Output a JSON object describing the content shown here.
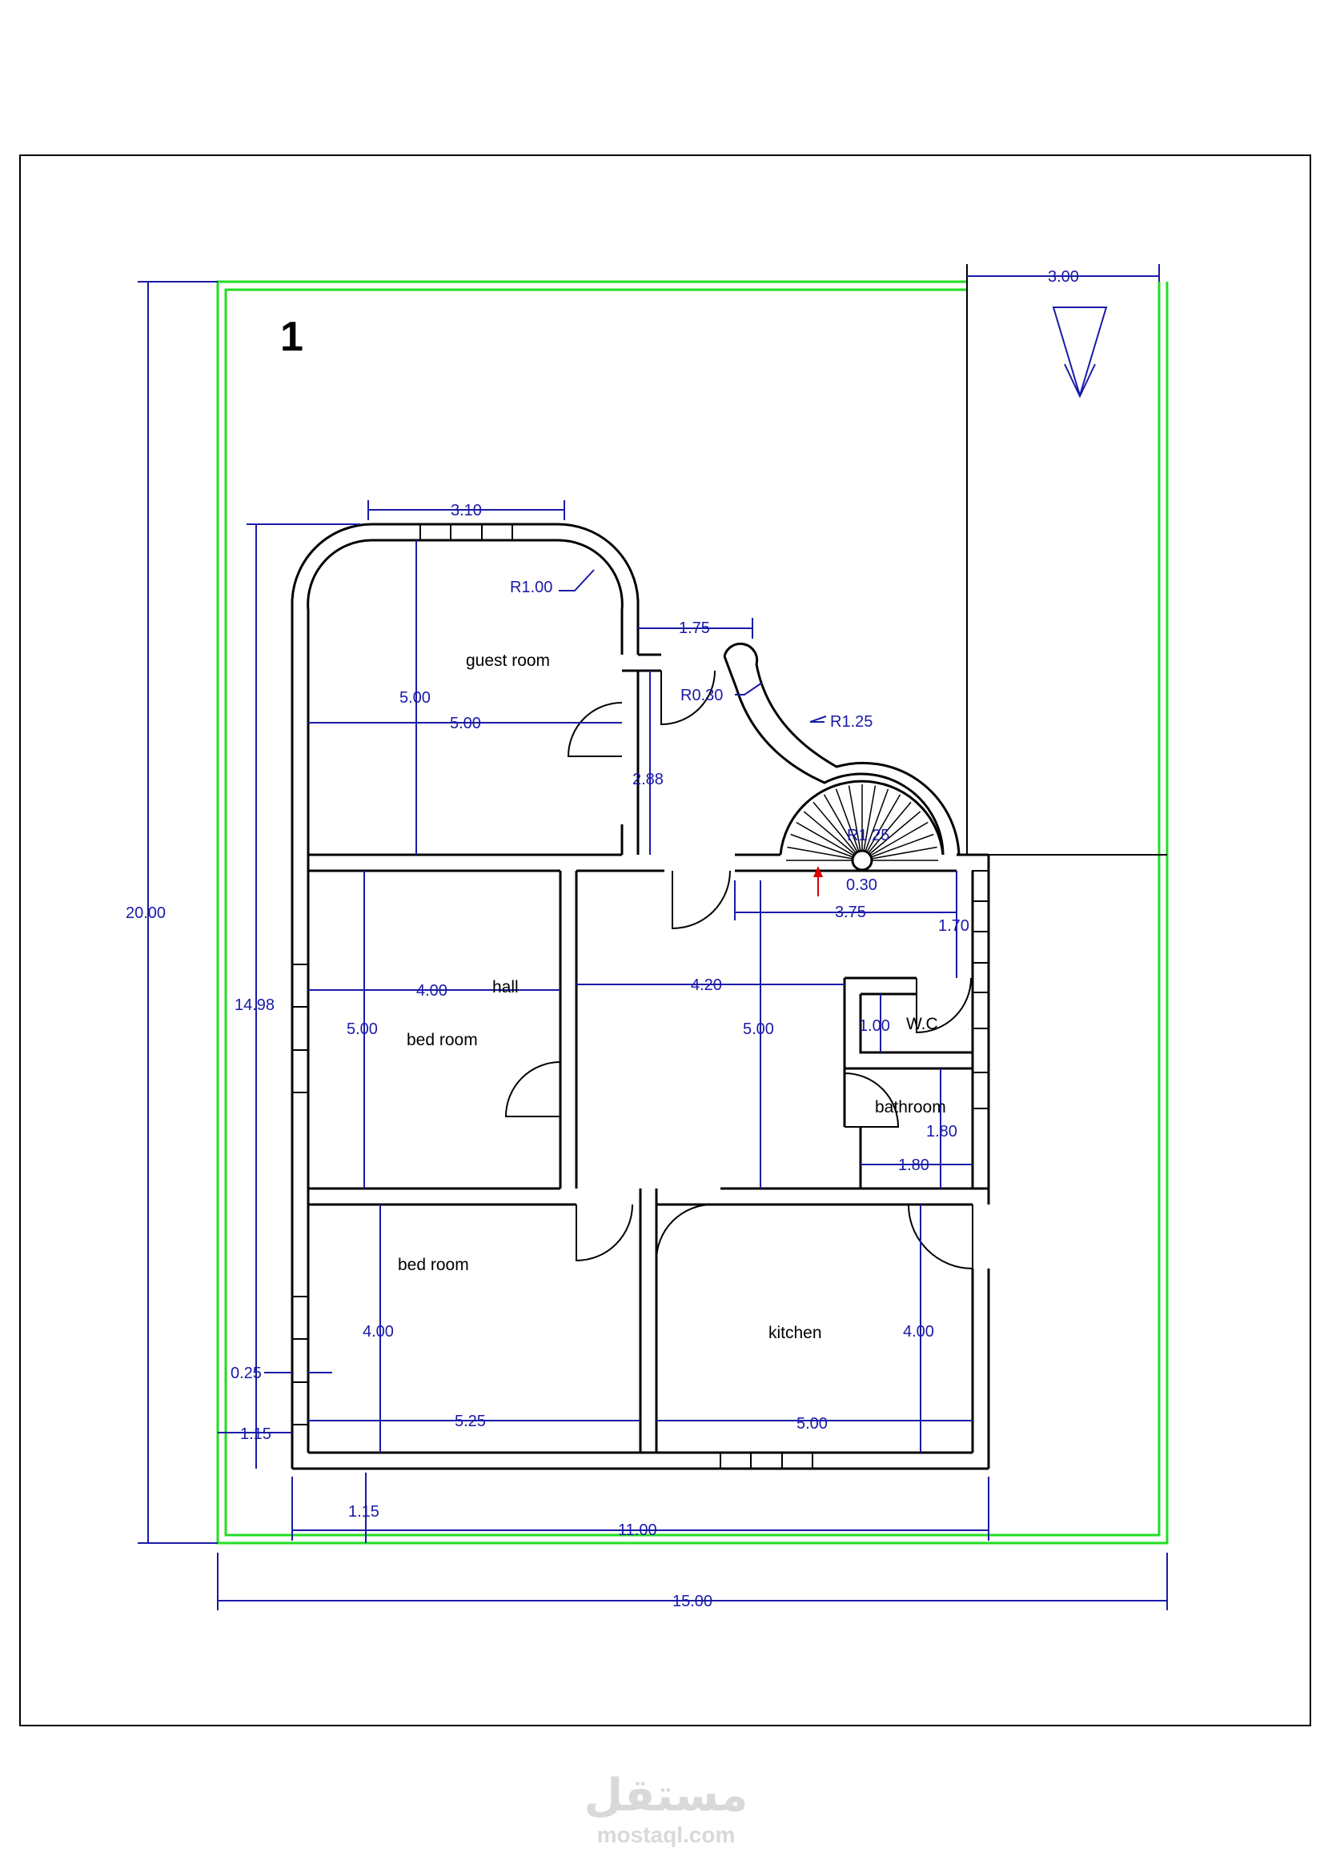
{
  "sheet": {
    "number": "1"
  },
  "rooms": {
    "guest_room": "guest room",
    "hall": "hall",
    "bed_room_1": "bed room",
    "bed_room_2": "bed room",
    "kitchen": "kitchen",
    "wc": "W.C",
    "bathroom": "bathroom"
  },
  "dimensions": {
    "total_height": "20.00",
    "total_width": "15.00",
    "building_width": "11.00",
    "building_height": "14.98",
    "setback_right": "3.00",
    "guest_top": "3.10",
    "guest_radius": "R1.00",
    "guest_height": "5.00",
    "guest_width": "5.00",
    "corridor_width": "1.75",
    "door_radius": "R0.30",
    "curve_radius": "R1.25",
    "corridor_length": "2.88",
    "stair_radius": "R1.25",
    "stair_core": "0.30",
    "hall_width": "3.75",
    "wc_width": "1.70",
    "bed1_width": "4.00",
    "bed1_height": "5.00",
    "hall_span": "4.20",
    "hall_height": "5.00",
    "wc_depth": "1.00",
    "bath_height": "1.80",
    "bath_width": "1.80",
    "bed2_height": "4.00",
    "bed2_width": "5.25",
    "wall_thickness": "0.25",
    "left_offset": "1.15",
    "bottom_offset": "1.15",
    "kitchen_height": "4.00",
    "kitchen_width": "5.00"
  },
  "watermark": {
    "arabic": "مستقل",
    "site": "mostaql.com"
  },
  "colors": {
    "walls": "#000000",
    "dimensions": "#1a1aa8",
    "plot_boundary": "#22dd22",
    "arrow": "#dd0000"
  }
}
